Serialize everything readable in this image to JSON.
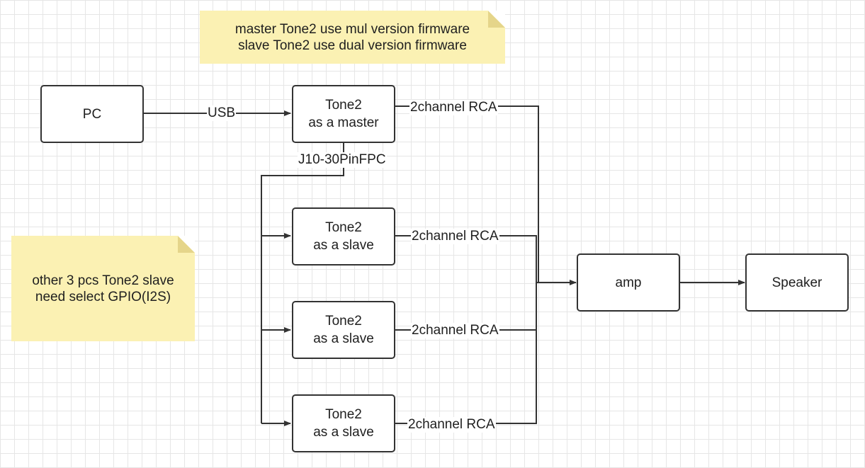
{
  "notes": {
    "firmware": {
      "line1": "master Tone2 use mul version firmware",
      "line2": "slave Tone2 use dual version firmware"
    },
    "gpio": {
      "line1": "other 3 pcs Tone2 slave",
      "line2": "need select GPIO(I2S)"
    }
  },
  "nodes": {
    "pc": "PC",
    "master": {
      "line1": "Tone2",
      "line2": "as a master"
    },
    "slave1": {
      "line1": "Tone2",
      "line2": "as a slave"
    },
    "slave2": {
      "line1": "Tone2",
      "line2": "as a slave"
    },
    "slave3": {
      "line1": "Tone2",
      "line2": "as a slave"
    },
    "amp": "amp",
    "speaker": "Speaker"
  },
  "edges": {
    "usb": "USB",
    "fpc": "J10-30PinFPC",
    "rca_master": "2channel RCA",
    "rca_slave1": "2channel RCA",
    "rca_slave2": "2channel RCA",
    "rca_slave3": "2channel RCA"
  },
  "colors": {
    "stroke": "#333333",
    "note_fill": "#fbf1b3",
    "note_fold": "#e5d58a",
    "grid": "#e6e6e6"
  }
}
